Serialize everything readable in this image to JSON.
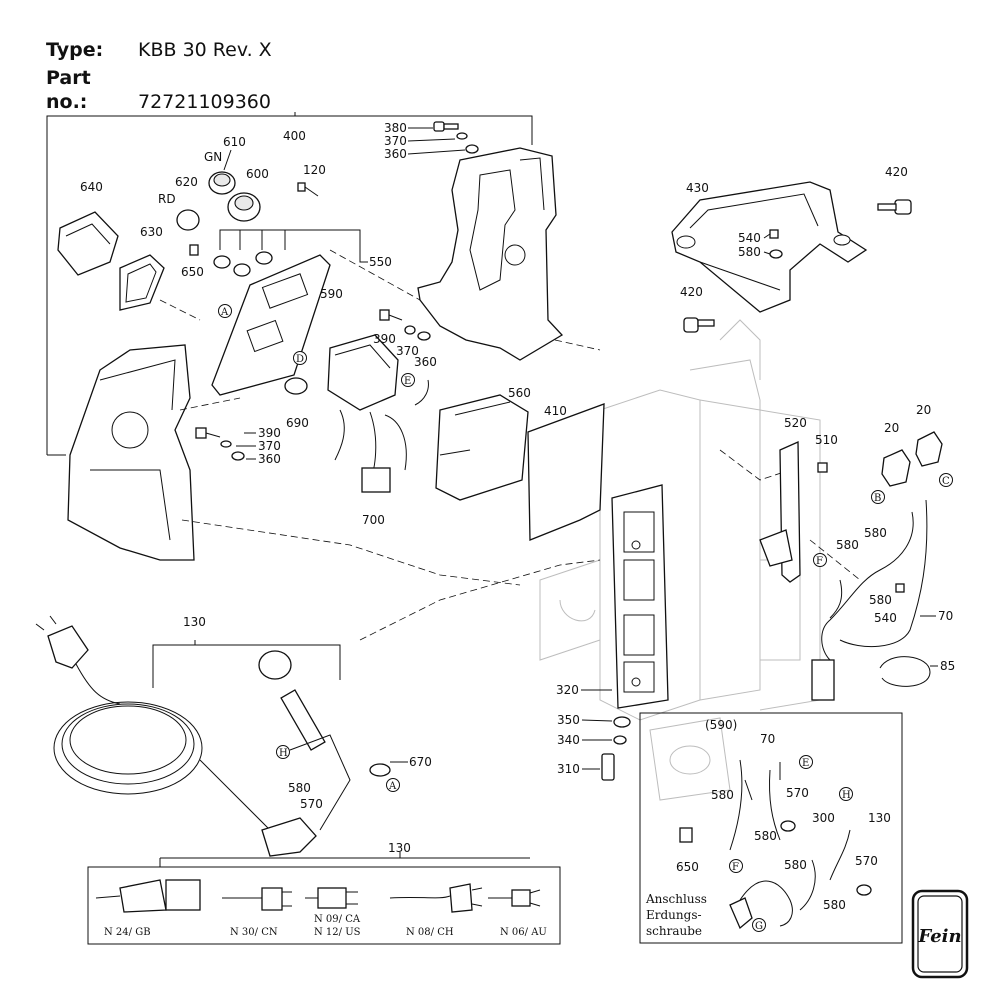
{
  "header": {
    "type_label": "Type:",
    "type_value": "KBB 30 Rev. X",
    "partno_label": "Part no.:",
    "partno_value": "72721109360"
  },
  "part_numbers": {
    "p400": "400",
    "p380": "380",
    "p370a": "370",
    "p360a": "360",
    "p610": "610",
    "gn": "GN",
    "p620": "620",
    "rd": "RD",
    "p600": "600",
    "p120": "120",
    "p640": "640",
    "p630": "630",
    "p650a": "650",
    "p550": "550",
    "p590": "590",
    "p390a": "390",
    "p370b": "370",
    "p360b": "360",
    "p690": "690",
    "p390b": "390",
    "p370c": "370",
    "p360c": "360",
    "p560": "560",
    "p410": "410",
    "p700": "700",
    "p430": "430",
    "p420a": "420",
    "p540a": "540",
    "p580a": "580",
    "p420b": "420",
    "p520": "520",
    "p510": "510",
    "p20a": "20",
    "p20b": "20",
    "p580b": "580",
    "p580c": "580",
    "p580d": "580",
    "p540b": "540",
    "p70a": "70",
    "p85": "85",
    "p130a": "130",
    "p670": "670",
    "p580e": "580",
    "p570a": "570",
    "p320": "320",
    "p350": "350",
    "p340": "340",
    "p310": "310",
    "p590b": "(590)",
    "p70b": "70",
    "p580f": "580",
    "p570b": "570",
    "p580g": "580",
    "p300": "300",
    "p130b": "130",
    "p650b": "650",
    "p580h": "580",
    "p570c": "570",
    "p580i": "580",
    "p130c": "130"
  },
  "markers": {
    "a1": "A",
    "a2": "A",
    "b": "B",
    "c": "C",
    "d": "D",
    "e1": "E",
    "e2": "E",
    "f1": "F",
    "f2": "F",
    "g": "G",
    "h1": "H",
    "h2": "H"
  },
  "plugs": {
    "n24": "N 24/ GB",
    "n30": "N 30/ CN",
    "n09": "N 09/ CA",
    "n12": "N 12/ US",
    "n08": "N 08/ CH",
    "n06": "N 06/ AU"
  },
  "inset_note": {
    "line1": "Anschluss",
    "line2": "Erdungs-",
    "line3": "schraube"
  },
  "logo": {
    "text": "Fein"
  }
}
